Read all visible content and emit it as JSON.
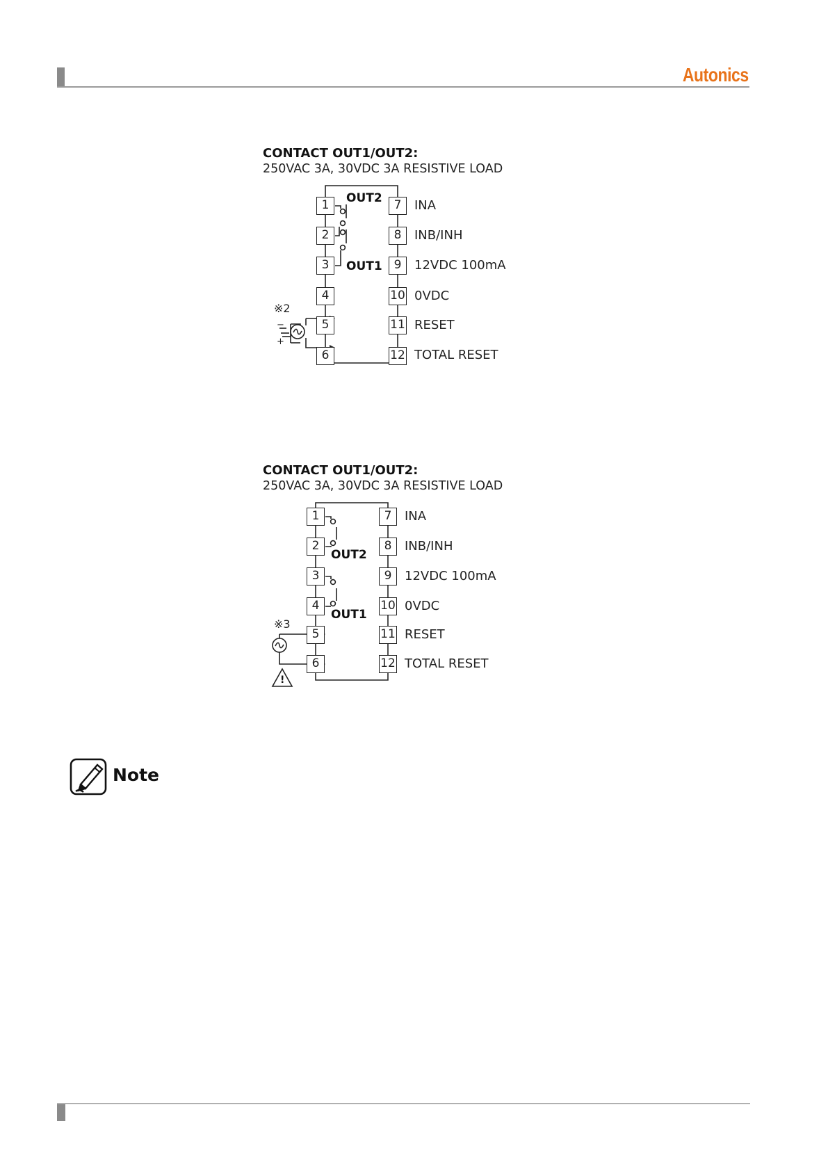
{
  "header": {
    "brand": "Autonics"
  },
  "diagram1": {
    "title": "CONTACT OUT1/OUT2:",
    "subtitle": "250VAC 3A, 30VDC 3A RESISTIVE LOAD",
    "left_pins": [
      "1",
      "2",
      "3",
      "4",
      "5",
      "6"
    ],
    "right_pins": [
      "7",
      "8",
      "9",
      "10",
      "11",
      "12"
    ],
    "right_labels": [
      "INA",
      "INB/INH",
      "12VDC 100mA",
      "0VDC",
      "RESET",
      "TOTAL RESET"
    ],
    "out_upper": "OUT2",
    "out_lower": "OUT1",
    "mark": "※2",
    "minus": "−",
    "plus": "+"
  },
  "diagram2": {
    "title": "CONTACT OUT1/OUT2:",
    "subtitle": "250VAC 3A, 30VDC 3A RESISTIVE LOAD",
    "left_pins": [
      "1",
      "2",
      "3",
      "4",
      "5",
      "6"
    ],
    "right_pins": [
      "7",
      "8",
      "9",
      "10",
      "11",
      "12"
    ],
    "right_labels": [
      "INA",
      "INB/INH",
      "12VDC 100mA",
      "0VDC",
      "RESET",
      "TOTAL RESET"
    ],
    "out_upper": "OUT2",
    "out_lower": "OUT1",
    "mark": "※3",
    "warning": "!"
  },
  "note": {
    "label": "Note"
  }
}
